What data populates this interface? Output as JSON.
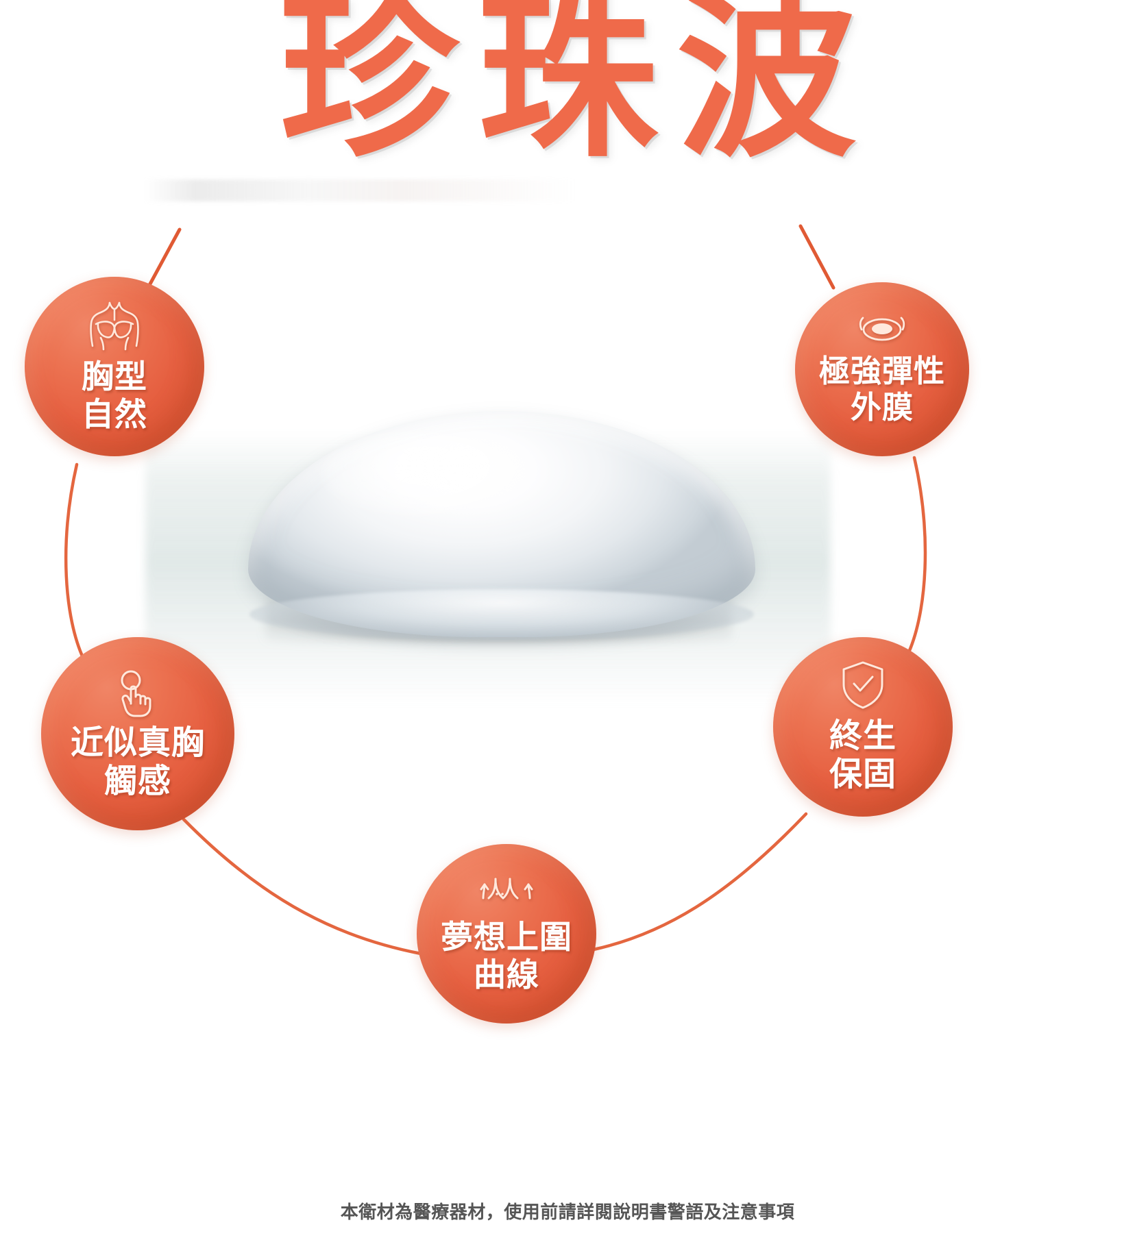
{
  "title": {
    "text": "珍珠波",
    "color": "#ef6a4a"
  },
  "product": {
    "name": "breast-implant-photo",
    "alt_label": "珍珠波矽膠義乳"
  },
  "features": [
    {
      "id": "natural-shape",
      "icon": "bust-outline-icon",
      "label": "胸型\n自然",
      "position": "top-left"
    },
    {
      "id": "elastic-shell",
      "icon": "elastic-membrane-icon",
      "label": "極強彈性\n外膜",
      "position": "top-right"
    },
    {
      "id": "real-touch",
      "icon": "touch-hand-icon",
      "label": "近似真胸\n觸感",
      "position": "bottom-left"
    },
    {
      "id": "lifetime-warranty",
      "icon": "shield-check-icon",
      "label": "終生\n保固",
      "position": "bottom-right"
    },
    {
      "id": "dream-curve",
      "icon": "curve-bust-icon",
      "label": "夢想上圍\n曲線",
      "position": "bottom-center"
    }
  ],
  "colors": {
    "accent": "#e66041",
    "accent_light": "#f08566",
    "accent_dark": "#d24c2d",
    "title_orange": "#ef6a4a",
    "implant_white": "#f3f5f7",
    "footnote_grey": "#555555"
  },
  "footnote": {
    "text": "本衛材為醫療器材，使用前請詳閱說明書警語及注意事項"
  }
}
